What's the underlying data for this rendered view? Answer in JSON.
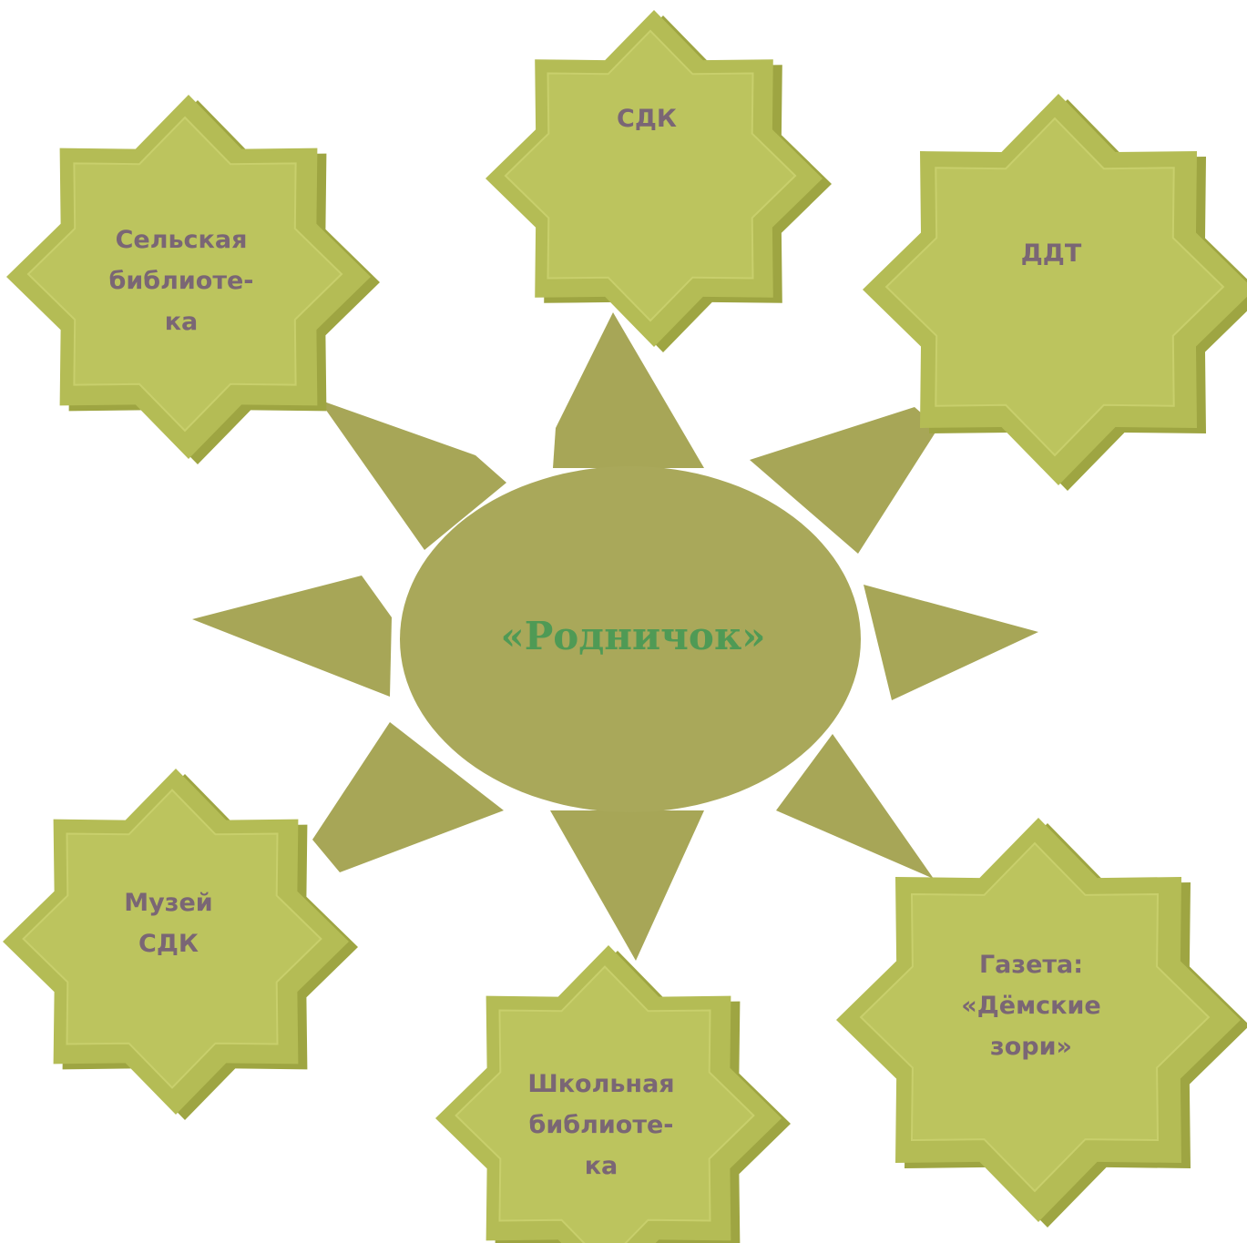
{
  "colors": {
    "background": "#ffffff",
    "star_fill": "#b4bc55",
    "star_face": "#bcc45e",
    "star_side": "#9ea542",
    "star_edge": "#c8cf6c",
    "sun_fill": "#a9a85a",
    "sun_ray": "#a7a657",
    "label_text": "#7a6675",
    "center_text": "#4f9a55"
  },
  "center": {
    "label": "«Родничок»"
  },
  "nodes": [
    {
      "id": "sdk",
      "lines": [
        "СДК"
      ]
    },
    {
      "id": "ddt",
      "lines": [
        "ДДТ"
      ]
    },
    {
      "id": "village-library",
      "lines": [
        "Сельская",
        "библиоте-",
        "ка"
      ]
    },
    {
      "id": "museum",
      "lines": [
        "Музей",
        "СДК"
      ]
    },
    {
      "id": "school-library",
      "lines": [
        "Школьная",
        "библиоте-",
        "ка"
      ]
    },
    {
      "id": "newspaper",
      "lines": [
        "Газета:",
        "«Дёмские",
        "зори»"
      ]
    }
  ]
}
